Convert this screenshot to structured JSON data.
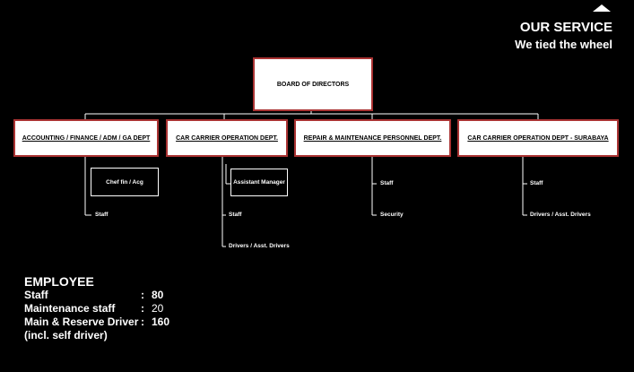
{
  "service": {
    "title": "OUR SERVICE",
    "subtitle": "We tied the wheel"
  },
  "board": "BOARD OF DIRECTORS",
  "depts": [
    "ACCOUNTING / FINANCE / ADM / GA DEPT",
    "CAR CARRIER OPERATION DEPT.",
    "REPAIR & MAINTENANCE PERSONNEL DEPT.",
    "CAR CARRIER OPERATION DEPT - SURABAYA"
  ],
  "subs": {
    "d1": {
      "box": "Chef fin / Acg",
      "staff": "Staff"
    },
    "d2": {
      "box": "Assistant Manager",
      "staff": "Staff",
      "drivers": "Drivers / Asst. Drivers"
    },
    "d3": {
      "staff": "Staff",
      "security": "Security"
    },
    "d4": {
      "staff": "Staff",
      "drivers": "Drivers / Asst. Drivers"
    }
  },
  "employee": {
    "title": "EMPLOYEE",
    "rows": [
      {
        "label": "Staff",
        "value": "80"
      },
      {
        "label": "Maintenance staff",
        "value": "20"
      },
      {
        "label": "Main & Reserve Driver",
        "value": "160"
      }
    ],
    "note": "(incl. self driver)"
  }
}
